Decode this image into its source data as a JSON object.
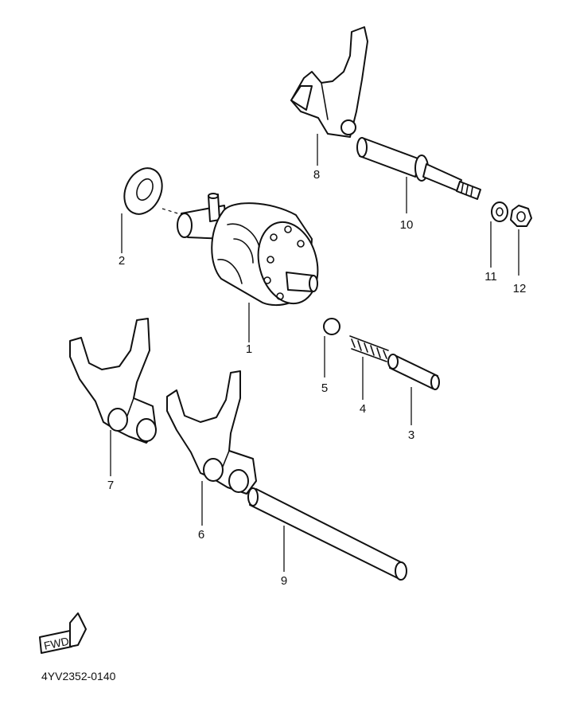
{
  "callouts": {
    "c1": "1",
    "c2": "2",
    "c3": "3",
    "c4": "4",
    "c5": "5",
    "c6": "6",
    "c7": "7",
    "c8": "8",
    "c9": "9",
    "c10": "10",
    "c11": "11",
    "c12": "12"
  },
  "diagram_code": "4YV2352-0140",
  "fwd_badge": "FWD"
}
